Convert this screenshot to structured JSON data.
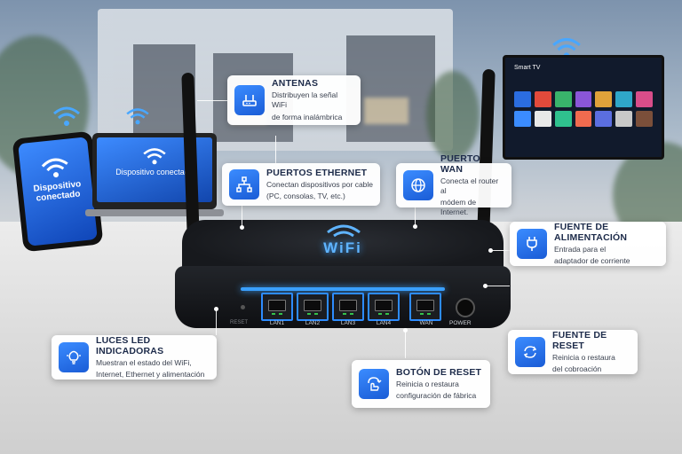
{
  "scene": {
    "phone_text": "Dispositivo conectado",
    "laptop_text": "Dispositivo conectado",
    "tv_title": "Smart TV"
  },
  "router": {
    "brand": "WiFi",
    "ports": [
      {
        "label": "LAN1"
      },
      {
        "label": "LAN2"
      },
      {
        "label": "LAN3"
      },
      {
        "label": "LAN4"
      }
    ],
    "wan_label": "WAN",
    "power_label": "POWER",
    "reset_label": "RESET"
  },
  "callouts": {
    "antenas": {
      "icon": "antenna-router-icon",
      "title": "ANTENAS",
      "desc1": "Distribuyen la señal WiFi",
      "desc2": "de forma inalámbrica"
    },
    "ethernet": {
      "icon": "network-hierarchy-icon",
      "title": "PUERTOS ETHERNET",
      "desc1": "Conectan dispositivos por cable",
      "desc2": "(PC, consolas, TV, etc.)"
    },
    "wan": {
      "icon": "globe-icon",
      "title": "PUERTO WAN",
      "desc1": "Conecta el router al",
      "desc2": "módem de Internet."
    },
    "power": {
      "icon": "plug-icon",
      "title": "FUENTE DE ALIMENTACIÓN",
      "desc1": "Entrada para el",
      "desc2": "adaptador de corriente"
    },
    "leds": {
      "icon": "lightbulb-icon",
      "title": "LUCES LED INDICADORAS",
      "desc1": "Muestran el estado del WiFi,",
      "desc2": "Internet, Ethernet y alimentación"
    },
    "reset_button": {
      "icon": "reset-hand-icon",
      "title": "BOTÓN DE RESET",
      "desc1": "Reinicia o restaura",
      "desc2": "configuración de fábrica"
    },
    "reset_source": {
      "icon": "reset-arrows-icon",
      "title": "FUENTE DE RESET",
      "desc1": "Reinicia o restaura",
      "desc2": "del cobroación"
    }
  },
  "colors": {
    "accent": "#2d8cff",
    "card_title": "#1d2b4a",
    "led": "#35c24b"
  }
}
